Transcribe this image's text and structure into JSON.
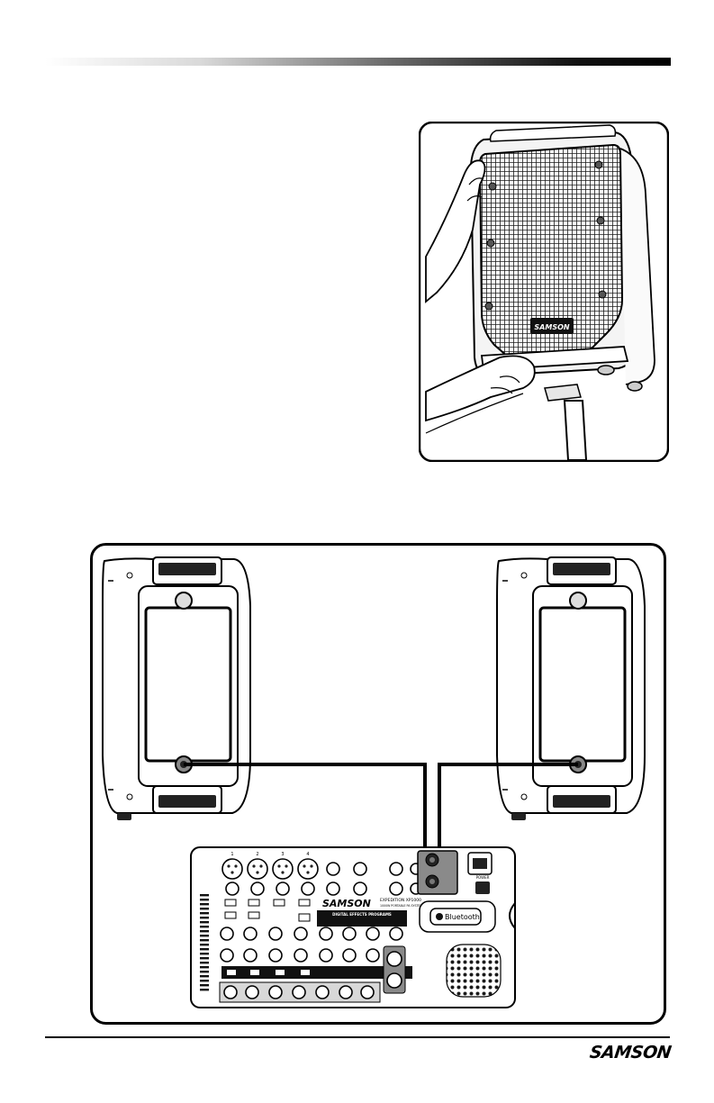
{
  "photo": {
    "speaker_badge": "SAMSON"
  },
  "diagram": {
    "mixer": {
      "brand": "SAMSON",
      "model_line1": "EXPEDITION XP1000",
      "model_line2": "1000W PORTABLE PA SYSTEM",
      "effects_title": "DIGITAL EFFECTS PROGRAMS",
      "bluetooth_label": "Bluetooth",
      "power_label": "POWER",
      "channel_numbers": [
        "1",
        "2",
        "3",
        "4"
      ]
    }
  },
  "footer": {
    "brand_logo": "SAMSON"
  }
}
